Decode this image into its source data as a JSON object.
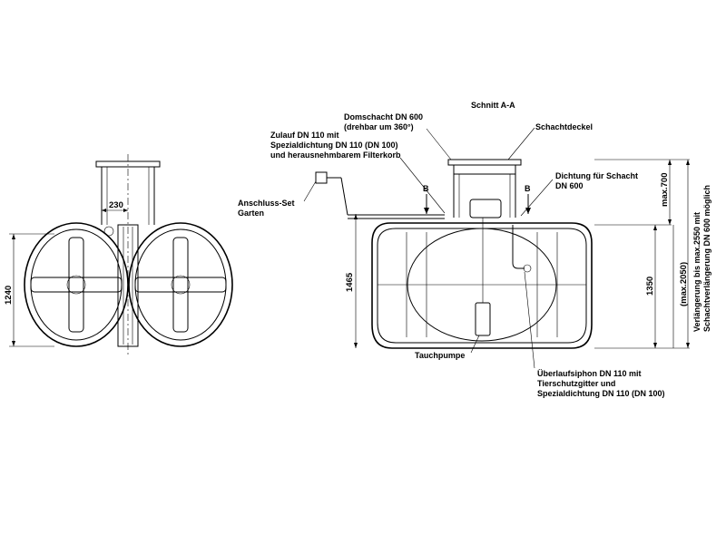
{
  "section_title": "Schnitt A-A",
  "labels": {
    "domschacht_1": "Domschacht DN 600",
    "domschacht_2": "(drehbar um 360°)",
    "schachtdeckel": "Schachtdeckel",
    "zulauf_1": "Zulauf DN 110 mit",
    "zulauf_2": "Spezialdichtung DN 110 (DN 100)",
    "zulauf_3": "und herausnehmbarem Filterkorb",
    "dichtung_1": "Dichtung für Schacht",
    "dichtung_2": "DN 600",
    "anschluss_1": "Anschluss-Set",
    "anschluss_2": "Garten",
    "tauchpumpe": "Tauchpumpe",
    "ueberlauf_1": "Überlaufsiphon DN 110 mit",
    "ueberlauf_2": "Tierschutzgitter und",
    "ueberlauf_3": "Spezialdichtung DN 110 (DN 100)",
    "verlaengerung_1": "Verlängerung bis max.2550 mit",
    "verlaengerung_2": "Schachtverlängerung DN 600 möglich",
    "marker_b_left": "B",
    "marker_b_right": "B"
  },
  "dimensions": {
    "width_230": "230",
    "height_1240": "1240",
    "height_1465": "1465",
    "height_1350": "1350",
    "max_2050": "(max.2050)",
    "max_700": "max.700"
  }
}
